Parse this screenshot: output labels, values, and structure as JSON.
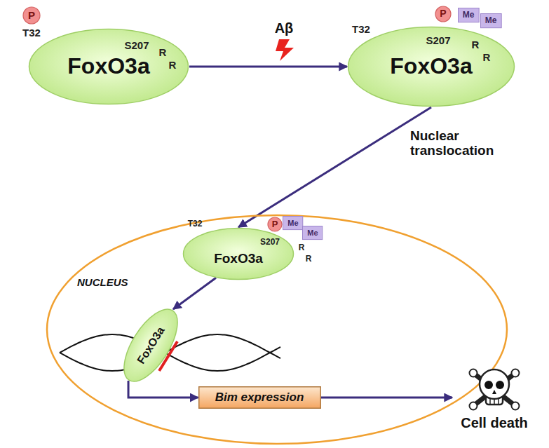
{
  "diagram": {
    "nodes": [
      {
        "text": [
          "FoxO3a"
        ]
      },
      {
        "text": [
          "P"
        ]
      },
      {
        "text": [
          "FoxO3a"
        ]
      },
      {
        "text": [
          "P"
        ]
      },
      {
        "text": [
          "Me"
        ]
      },
      {
        "text": [
          "Me"
        ]
      },
      {
        "text": [
          "NUCLEUS"
        ]
      },
      {
        "text": [
          "FoxO3a"
        ],
        "in": 6
      },
      {
        "text": [
          "P"
        ],
        "in": 6
      },
      {
        "text": [
          "Me"
        ],
        "in": 6
      },
      {
        "text": [
          "Me"
        ],
        "in": 6
      },
      {
        "text": [
          "FoxO3a"
        ],
        "in": 6
      },
      {
        "text": [
          "Bim expression"
        ],
        "in": 6
      },
      {
        "text": [
          "Cell death"
        ]
      }
    ],
    "edges": [
      {
        "from": 0,
        "to": 2,
        "label": "Aβ",
        "arrow": "to"
      },
      {
        "from": 2,
        "to": 7,
        "label": "Nuclear translocation",
        "arrow": "to"
      },
      {
        "from": 7,
        "to": 11,
        "arrow": "to"
      },
      {
        "from": 11,
        "to": 12,
        "arrow": "to"
      },
      {
        "from": 12,
        "to": 13,
        "arrow": "to"
      }
    ],
    "labels": [
      "T32",
      "S207",
      "R",
      "R",
      "T32",
      "S207",
      "R",
      "R",
      "T32",
      "S207",
      "R",
      "R"
    ]
  }
}
